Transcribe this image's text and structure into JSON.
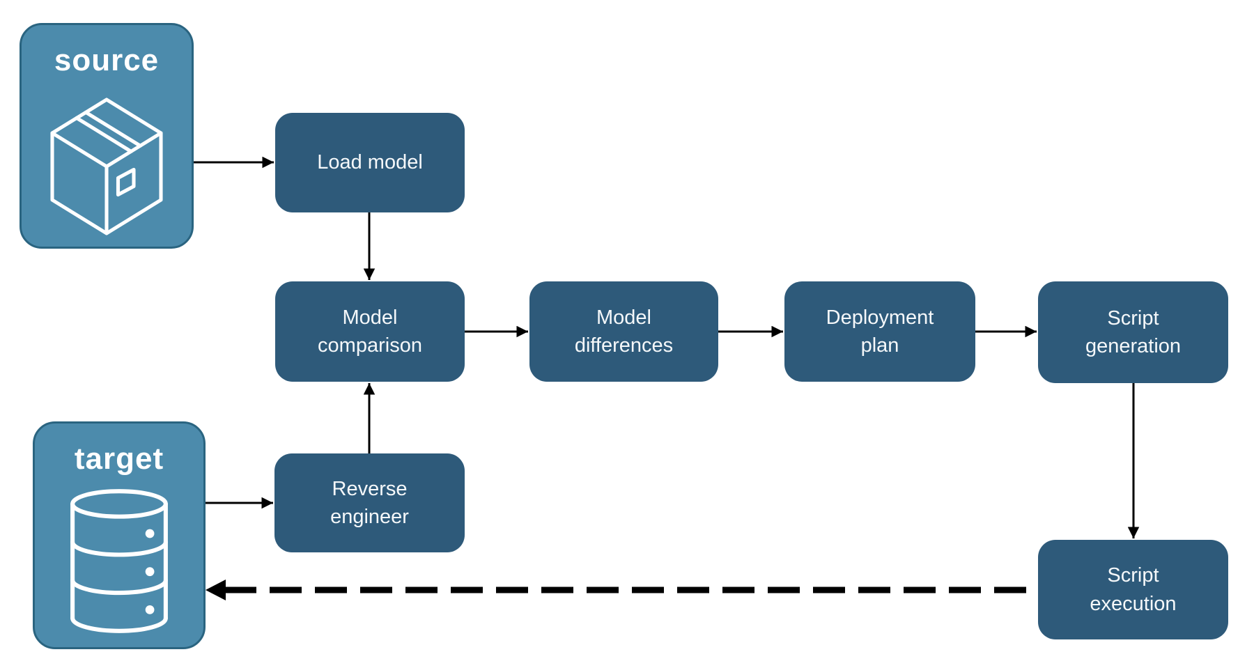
{
  "diagram": {
    "type": "flowchart",
    "colors": {
      "background": "#ffffff",
      "step_fill": "#2e5a7a",
      "step_text": "#f5f8fa",
      "endpoint_fill": "#4c8bac",
      "endpoint_border": "#2a6480",
      "endpoint_text": "#ffffff",
      "arrow": "#000000"
    },
    "nodes": {
      "source": {
        "label": "source",
        "icon": "package-icon",
        "type": "endpoint"
      },
      "target": {
        "label": "target",
        "icon": "database-icon",
        "type": "endpoint"
      },
      "load_model": {
        "label": "Load model",
        "type": "step"
      },
      "model_comparison": {
        "label": "Model comparison",
        "type": "step"
      },
      "model_differences": {
        "label": "Model differences",
        "type": "step"
      },
      "deployment_plan": {
        "label": "Deployment plan",
        "type": "step"
      },
      "script_generation": {
        "label": "Script generation",
        "type": "step"
      },
      "reverse_engineer": {
        "label": "Reverse engineer",
        "type": "step"
      },
      "script_execution": {
        "label": "Script execution",
        "type": "step"
      }
    },
    "edges": [
      {
        "from": "source",
        "to": "load_model",
        "style": "solid"
      },
      {
        "from": "load_model",
        "to": "model_comparison",
        "style": "solid"
      },
      {
        "from": "target",
        "to": "reverse_engineer",
        "style": "solid"
      },
      {
        "from": "reverse_engineer",
        "to": "model_comparison",
        "style": "solid"
      },
      {
        "from": "model_comparison",
        "to": "model_differences",
        "style": "solid"
      },
      {
        "from": "model_differences",
        "to": "deployment_plan",
        "style": "solid"
      },
      {
        "from": "deployment_plan",
        "to": "script_generation",
        "style": "solid"
      },
      {
        "from": "script_generation",
        "to": "script_execution",
        "style": "solid"
      },
      {
        "from": "script_execution",
        "to": "target",
        "style": "dashed"
      }
    ]
  }
}
